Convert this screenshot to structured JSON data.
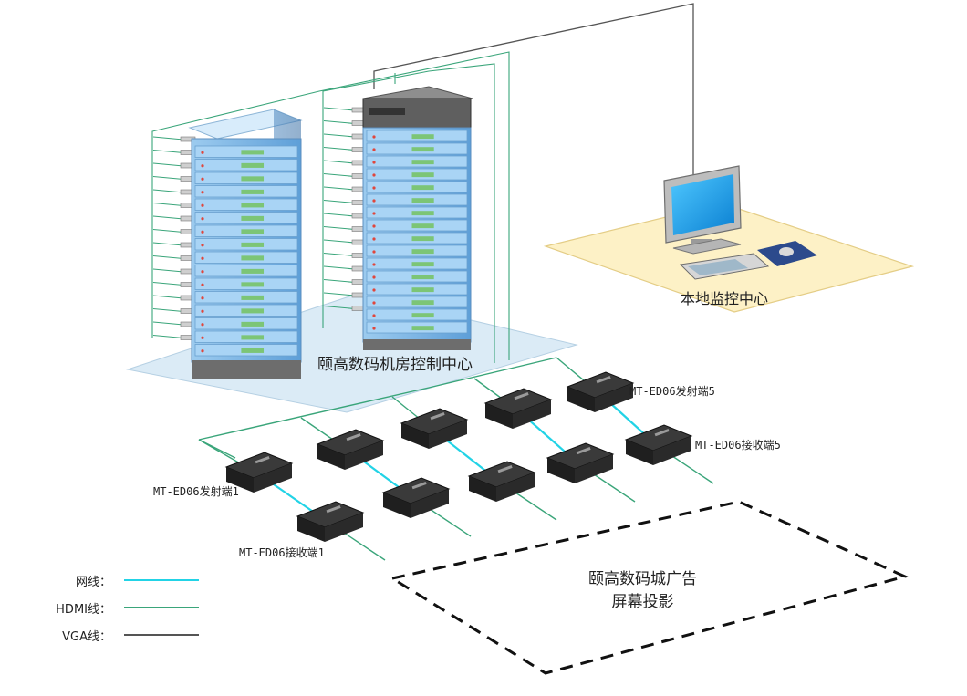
{
  "labels": {
    "control_room": "颐高数码机房控制中心",
    "local_monitor": "本地监控中心",
    "screen_line1": "颐高数码城广告",
    "screen_line2": "屏幕投影"
  },
  "devices": {
    "transmitter_1": "MT-ED06发射端1",
    "receiver_1": "MT-ED06接收端1",
    "transmitter_5": "MT-ED06发射端5",
    "receiver_5": "MT-ED06接收端5"
  },
  "legend": [
    {
      "label": "网线：",
      "color": "#22d3e6"
    },
    {
      "label": "HDMI线：",
      "color": "#3aa57a"
    },
    {
      "label": "VGA线：",
      "color": "#555555"
    }
  ],
  "colors": {
    "network": "#22d3e6",
    "hdmi": "#3aa57a",
    "vga": "#555555",
    "platform": "#cfe3f1",
    "local_area": "#fcf0c4",
    "rack": "#8fc2ea"
  },
  "icons": [
    "server-rack",
    "kvm-rack",
    "monitor",
    "keyboard",
    "mouse-pad",
    "extender-box"
  ]
}
